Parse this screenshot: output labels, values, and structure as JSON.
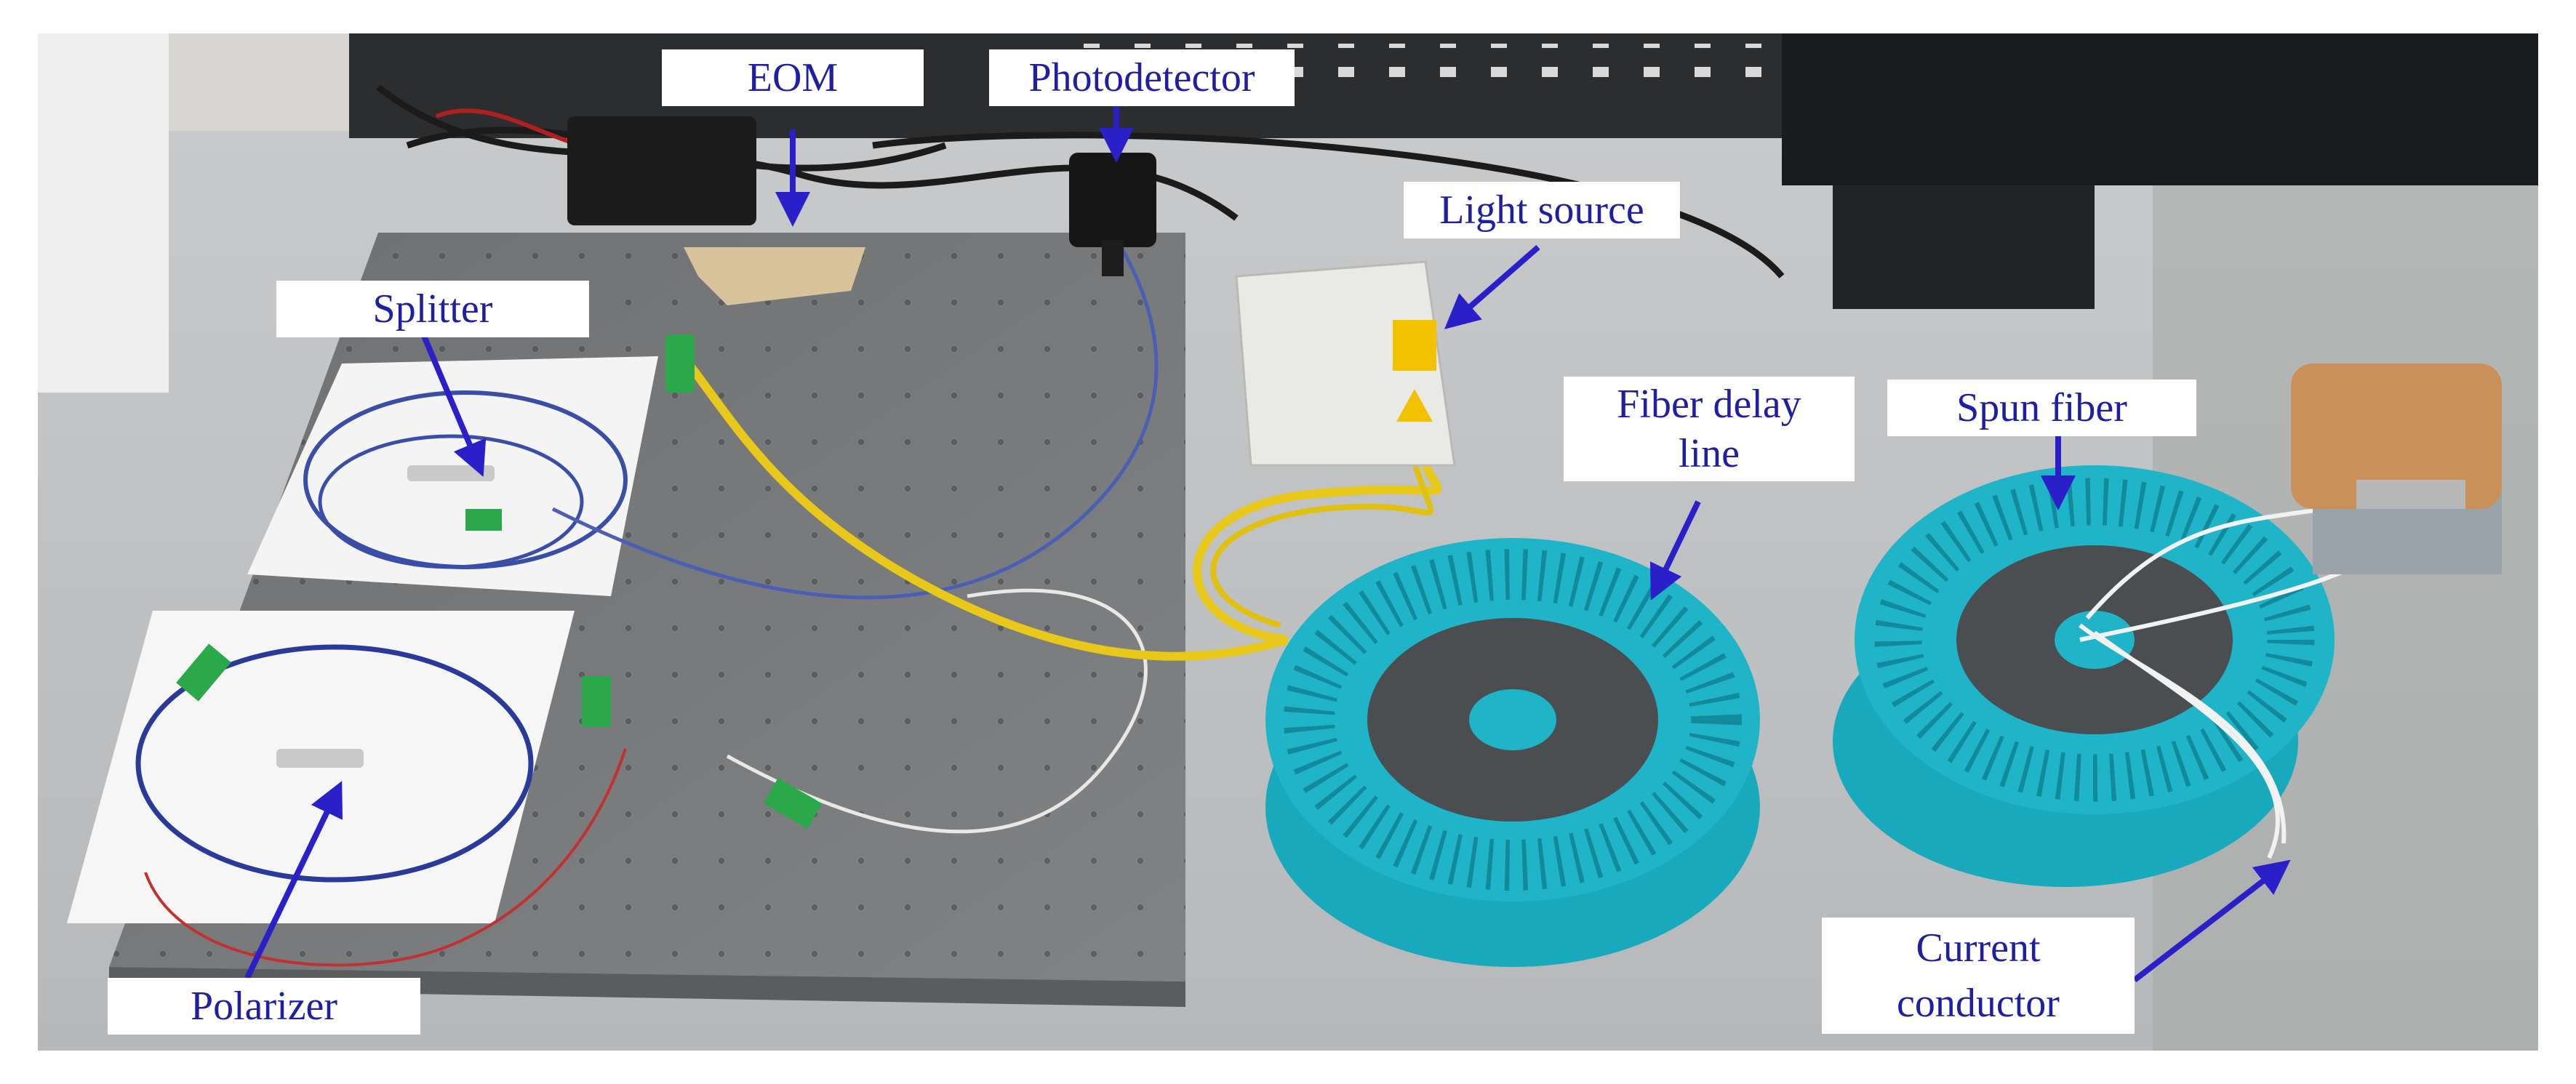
{
  "photo": {
    "labels": {
      "eom": "EOM",
      "photodetector": "Photodetector",
      "light_source": "Light source",
      "splitter": "Splitter",
      "fiber_delay_line_1": "Fiber delay",
      "fiber_delay_line_2": "line",
      "spun_fiber": "Spun fiber",
      "current_conductor_1": "Current",
      "current_conductor_2": "conductor",
      "polarizer": "Polarizer"
    },
    "colors": {
      "label_text": "#1f1fa3",
      "arrow": "#2a1fc9",
      "spool": "#1fb4c8",
      "fiber_yellow": "#e8c81a",
      "fiber_blue": "#3a4ea8",
      "breadboard": "#76787a",
      "bench": "#bfc1c3"
    }
  }
}
